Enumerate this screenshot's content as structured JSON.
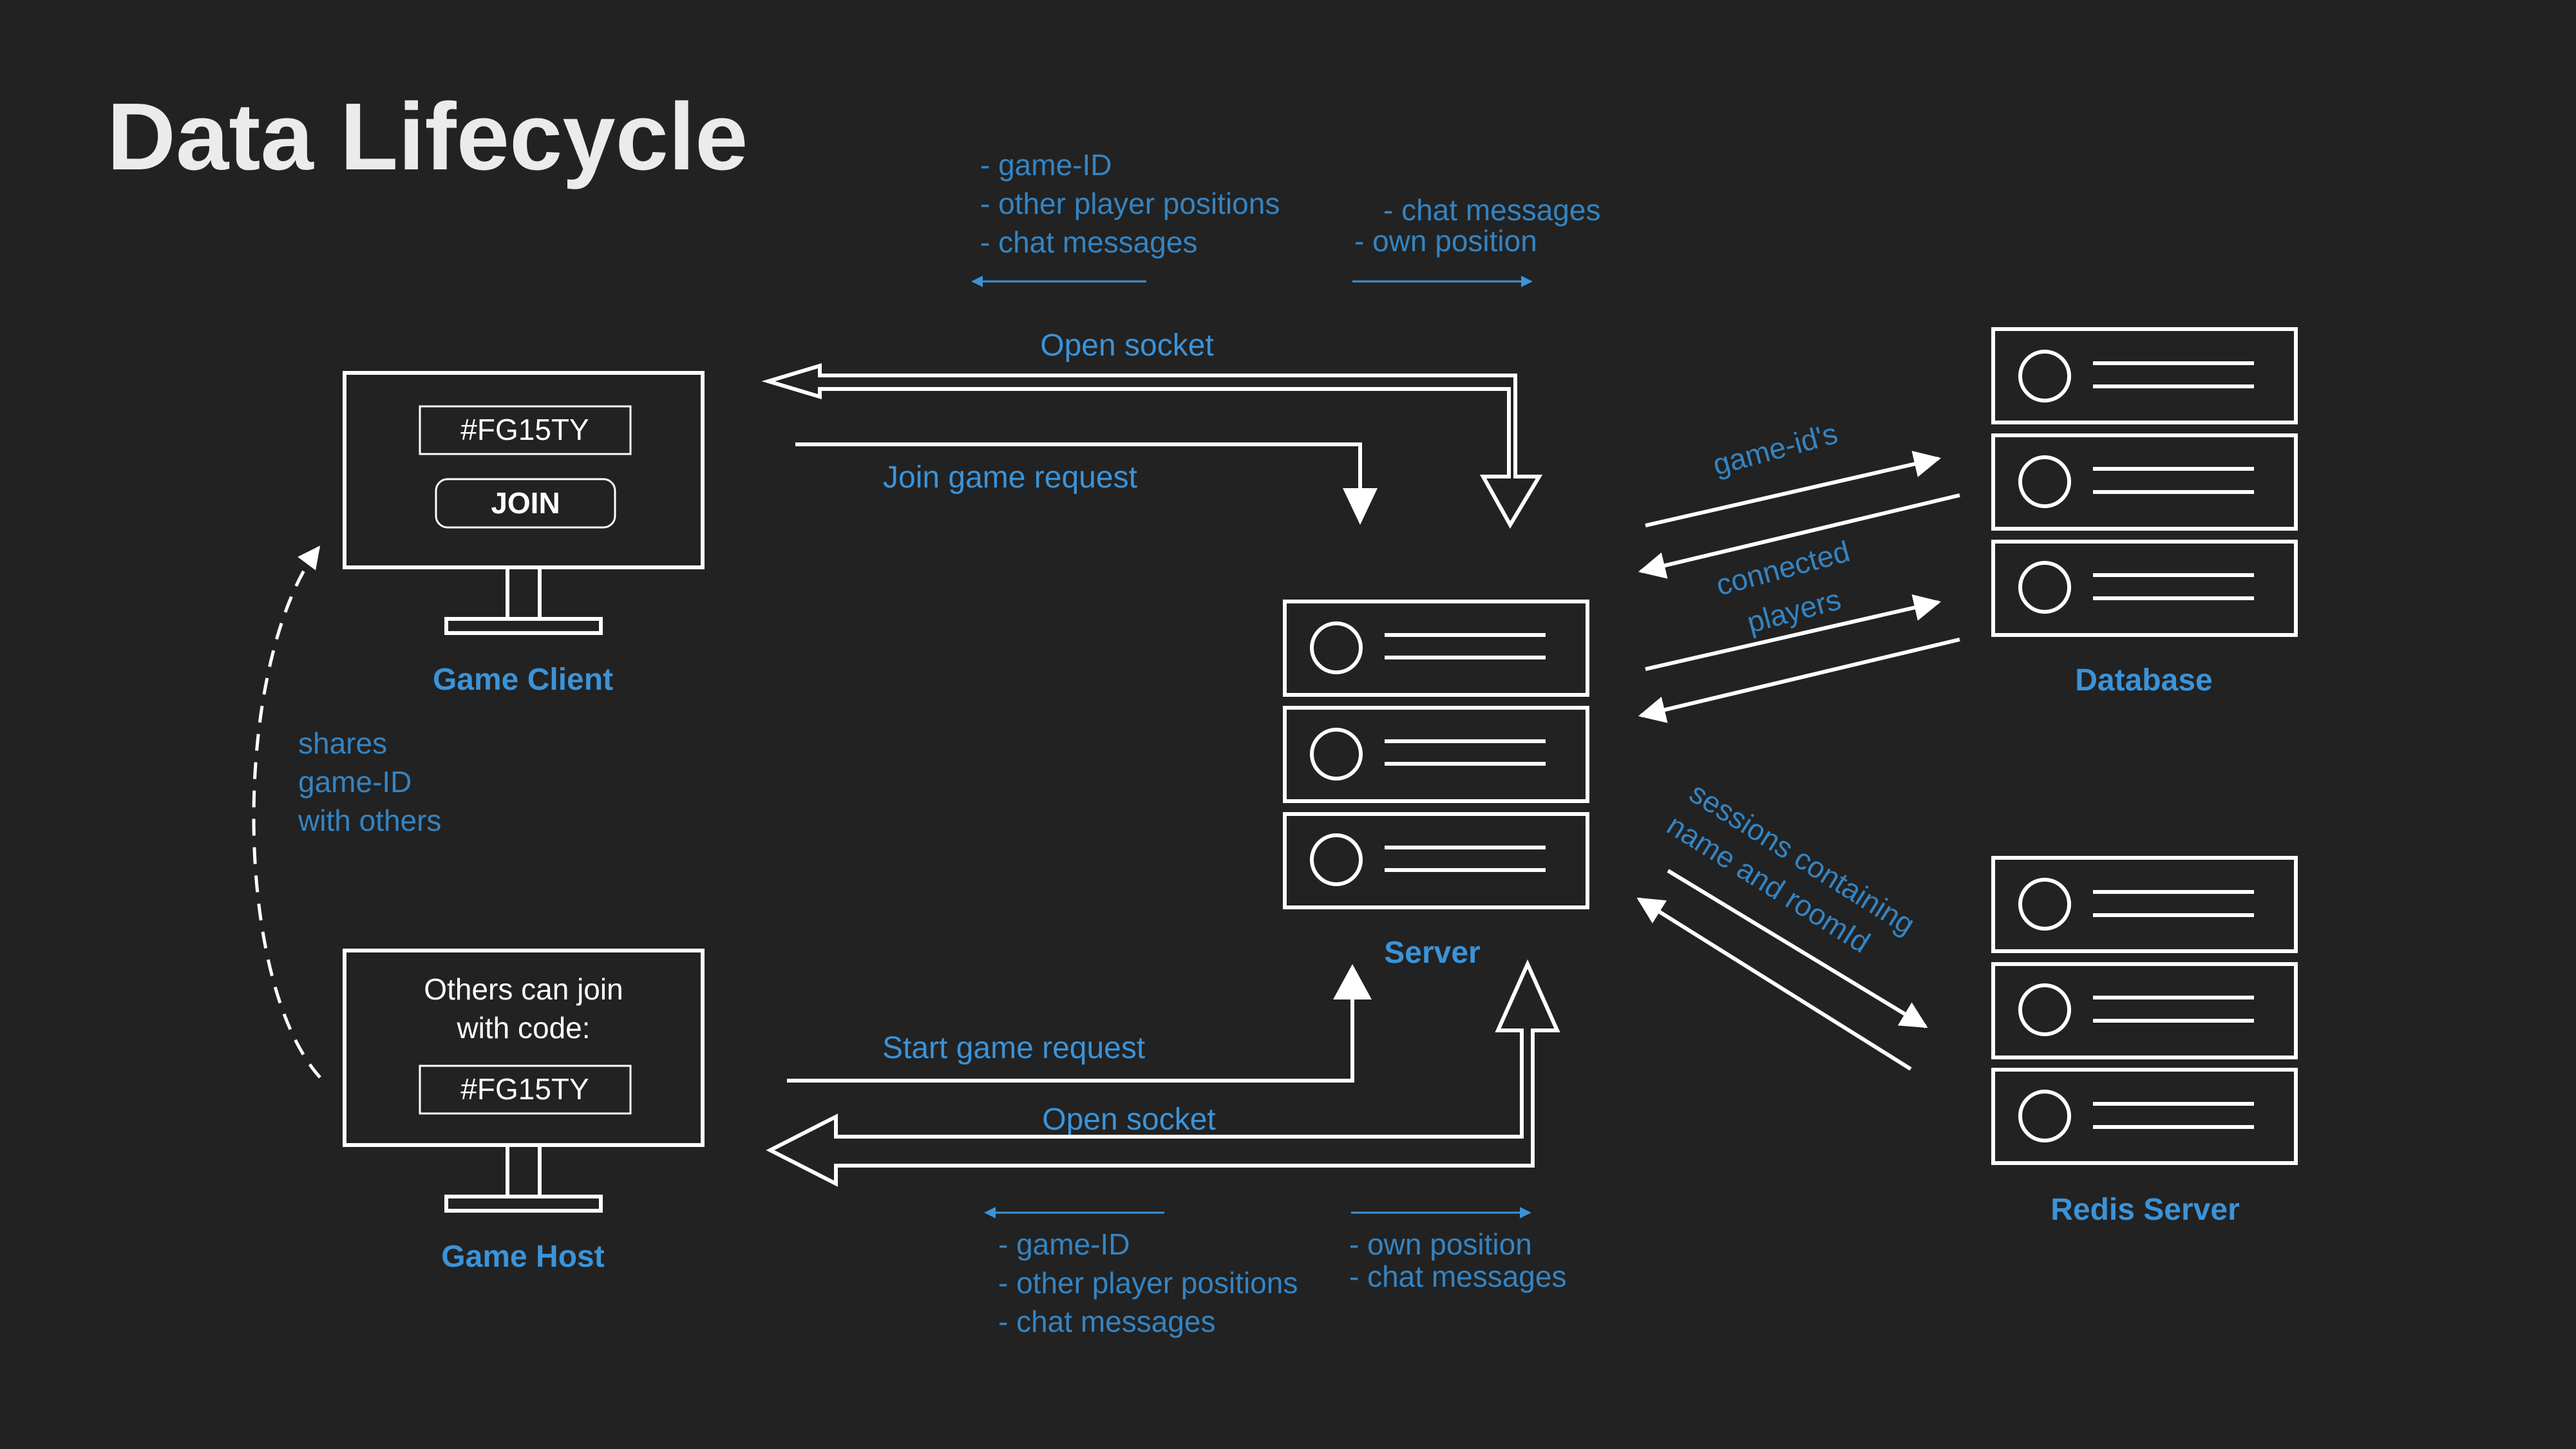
{
  "title": "Data Lifecycle",
  "colors": {
    "background": "#222222",
    "accent": "#3b93d8",
    "stroke": "#ffffff"
  },
  "client": {
    "label": "Game Client",
    "code": "#FG15TY",
    "join_button": "JOIN"
  },
  "host": {
    "label": "Game Host",
    "message_line1": "Others can join",
    "message_line2": "with code:",
    "code": "#FG15TY"
  },
  "share_note": [
    "shares",
    "game-ID",
    "with others"
  ],
  "server": {
    "label": "Server"
  },
  "database": {
    "label": "Database"
  },
  "redis": {
    "label": "Redis Server"
  },
  "top_flow": {
    "incoming": [
      "- game-ID",
      "- other player positions",
      "- chat messages"
    ],
    "outgoing": [
      "- chat messages",
      "- own position"
    ],
    "open_socket": "Open socket",
    "join_request": "Join game request"
  },
  "bottom_flow": {
    "start_request": "Start game request",
    "open_socket": "Open socket",
    "incoming": [
      "- game-ID",
      "- other player positions",
      "- chat messages"
    ],
    "outgoing": [
      "- own position",
      "- chat messages"
    ]
  },
  "db_flow": {
    "game_ids": "game-id's",
    "connected_line1": "connected",
    "connected_line2": "players"
  },
  "redis_flow": {
    "line1": "sessions containing",
    "line2": "name and roomId"
  },
  "icons": [
    "monitor-icon",
    "server-rack-icon",
    "database-rack-icon",
    "redis-rack-icon"
  ]
}
